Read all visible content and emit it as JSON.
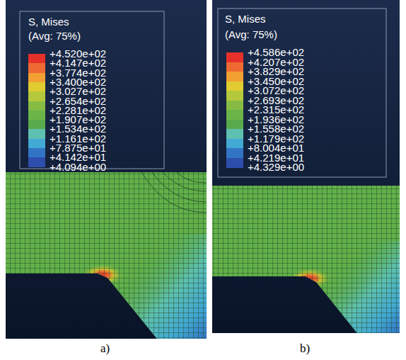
{
  "diagram": {
    "labels": [
      "S, Mises",
      "(Avg: 75%)",
      "S, Mises",
      "(Avg: 75%)",
      "a)",
      "b)"
    ],
    "legend": [
      {
        "text": "+4.520e+02",
        "color": "#e6302a"
      },
      {
        "text": "+4.147e+02",
        "color": "#ee6a32"
      },
      {
        "text": "+3.774e+02",
        "color": "#f2a032"
      },
      {
        "text": "+3.400e+02",
        "color": "#e0cc30"
      },
      {
        "text": "+3.027e+02",
        "color": "#b4c83c"
      },
      {
        "text": "+2.654e+02",
        "color": "#86bc44"
      },
      {
        "text": "+2.281e+02",
        "color": "#6ab448"
      },
      {
        "text": "+1.907e+02",
        "color": "#58aa4c"
      },
      {
        "text": "+1.534e+02",
        "color": "#5ec0b0"
      },
      {
        "text": "+1.161e+02",
        "color": "#42a8d4"
      },
      {
        "text": "+7.875e+01",
        "color": "#3274c4"
      },
      {
        "text": "+4.142e+01",
        "color": "#2e4eae"
      },
      {
        "text": "+4.094e+00"
      },
      {
        "text": "+4.586e+02",
        "color": "#e6302a"
      },
      {
        "text": "+4.207e+02",
        "color": "#ee6a32"
      },
      {
        "text": "+3.829e+02",
        "color": "#f2a032"
      },
      {
        "text": "+3.450e+02",
        "color": "#e0cc30"
      },
      {
        "text": "+3.072e+02",
        "color": "#b4c83c"
      },
      {
        "text": "+2.693e+02",
        "color": "#86bc44"
      },
      {
        "text": "+2.315e+02",
        "color": "#6ab448"
      },
      {
        "text": "+1.936e+02",
        "color": "#58aa4c"
      },
      {
        "text": "+1.558e+02",
        "color": "#5ec0b0"
      },
      {
        "text": "+1.179e+02",
        "color": "#42a8d4"
      },
      {
        "text": "+8.004e+01",
        "color": "#3274c4"
      },
      {
        "text": "+4.219e+01",
        "color": "#2e4eae"
      },
      {
        "text": "+4.329e+00"
      }
    ]
  }
}
